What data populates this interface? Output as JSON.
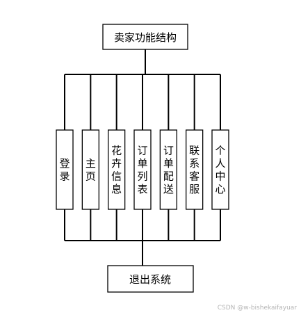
{
  "root": {
    "label": "卖家功能结构"
  },
  "modules": [
    {
      "label": "登录"
    },
    {
      "label": "主页"
    },
    {
      "label": "花卉信息"
    },
    {
      "label": "订单列表"
    },
    {
      "label": "订单配送"
    },
    {
      "label": "联系客服"
    },
    {
      "label": "个人中心"
    }
  ],
  "exit": {
    "label": "退出系统"
  },
  "watermark": "CSDN @w-bishekaifayuar",
  "colors": {
    "line": "#000000",
    "box_fill": "#ffffff",
    "text": "#000000",
    "watermark": "#b5b5b5"
  }
}
